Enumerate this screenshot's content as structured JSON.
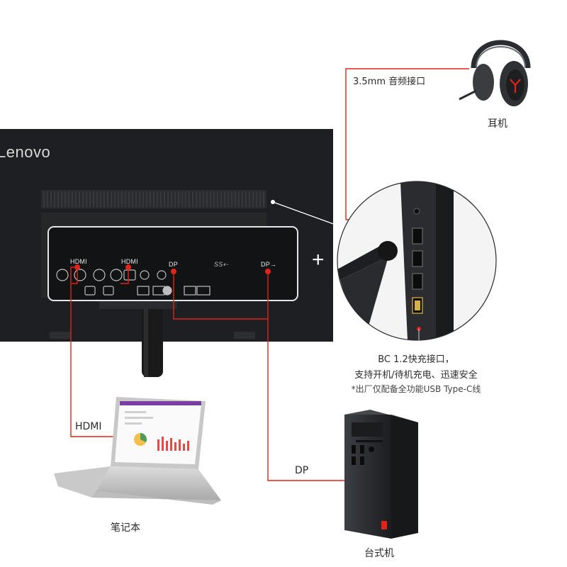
{
  "main": {
    "monitor": {
      "brand": "Lenovo",
      "ports": [
        "HDMI",
        "HDMI",
        "DP",
        "DP→"
      ],
      "usb_mark": "SS⇠"
    },
    "plus_sign": "+",
    "callouts": {
      "audio": "3.5mm  音频接口",
      "headphones": "耳机",
      "bc_line1": "BC 1.2快充接口，",
      "bc_line2": "支持开机/待机充电、迅速安全",
      "bc_line3": "*出厂仅配备全功能USB Type-C线",
      "hdmi": "HDMI",
      "dp": "DP",
      "laptop": "笔记本",
      "desktop": "台式机"
    },
    "accent_color": "#e2231a"
  }
}
